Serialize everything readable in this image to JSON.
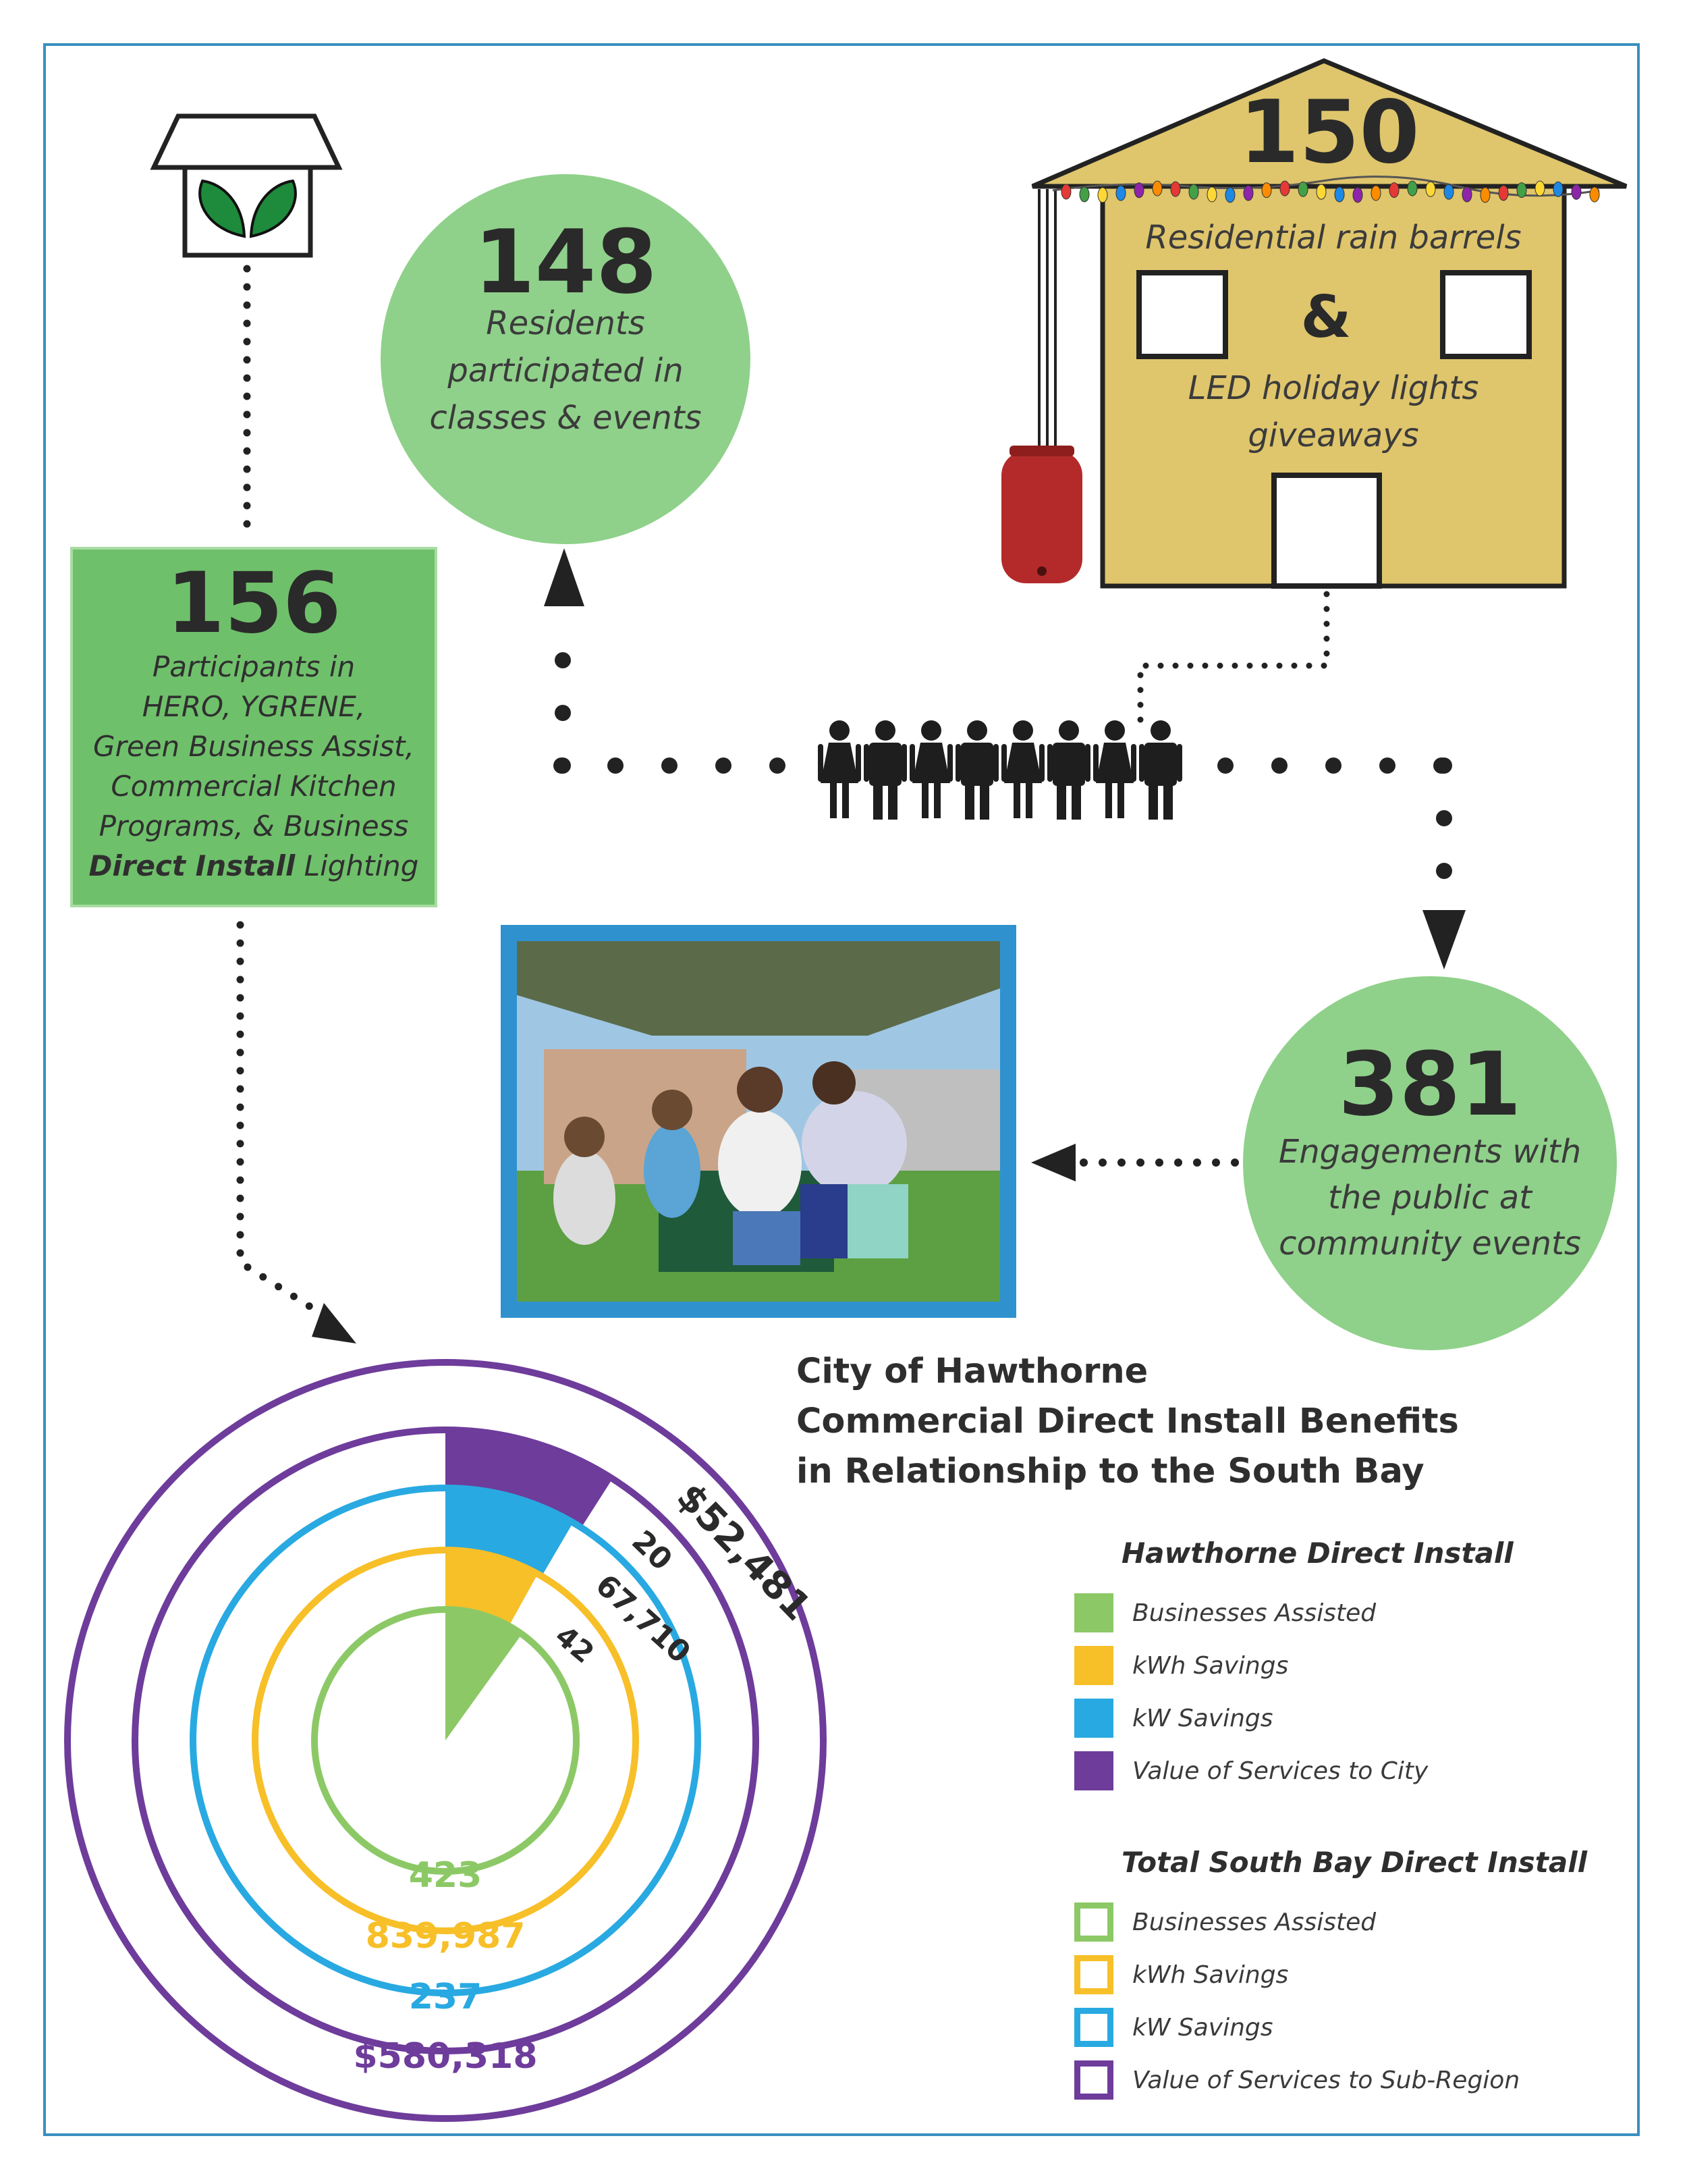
{
  "colors": {
    "green": "#8fd18a",
    "box_green": "#6fc06b",
    "ring_green": "#8cc966",
    "ring_yellow": "#f7bf28",
    "ring_blue": "#29a9e1",
    "ring_purple": "#6e3c9b",
    "house": "#dfc56c",
    "frame_blue": "#3a8fc0"
  },
  "house_card": {
    "number": "150",
    "line1": "Residential rain barrels",
    "amp": "&",
    "line2": "LED holiday lights",
    "line3": "giveaways"
  },
  "residents_card": {
    "number": "148",
    "lines": [
      "Residents",
      "participated in",
      "classes & events"
    ]
  },
  "participants_card": {
    "number": "156",
    "lines": [
      "Participants in",
      "HERO, YGRENE,",
      "Green Business Assist,",
      "Commercial Kitchen",
      "Programs, & Business"
    ],
    "last_bold": "Direct Install",
    "last_rest": " Lighting"
  },
  "engagement_card": {
    "number": "381",
    "lines": [
      "Engagements with",
      "the public at",
      "community events"
    ]
  },
  "chart_title": [
    "City of Hawthorne",
    "Commercial Direct Install Benefits",
    "in Relationship to the South Bay"
  ],
  "legend_hawthorne": {
    "heading": "Hawthorne Direct Install",
    "items": [
      "Businesses Assisted",
      "kWh Savings",
      "kW Savings",
      "Value of Services to City"
    ]
  },
  "legend_southbay": {
    "heading": "Total South Bay Direct Install",
    "items": [
      "Businesses Assisted",
      "kWh Savings",
      "kW Savings",
      "Value of Services to Sub-Region"
    ]
  },
  "chart_data": {
    "type": "pie",
    "rings": [
      {
        "metric": "Businesses Assisted",
        "hawthorne": 42,
        "south_bay": 423,
        "hawthorne_label": "42",
        "total_label": "423"
      },
      {
        "metric": "kWh Savings",
        "hawthorne": 67710,
        "south_bay": 839987,
        "hawthorne_label": "67,710",
        "total_label": "839,987"
      },
      {
        "metric": "kW Savings",
        "hawthorne": 20,
        "south_bay": 237,
        "hawthorne_label": "20",
        "total_label": "237"
      },
      {
        "metric": "Value of Services",
        "hawthorne": 52481,
        "south_bay": 580318,
        "hawthorne_label": "$52,481",
        "total_label": "$580,318"
      }
    ]
  }
}
